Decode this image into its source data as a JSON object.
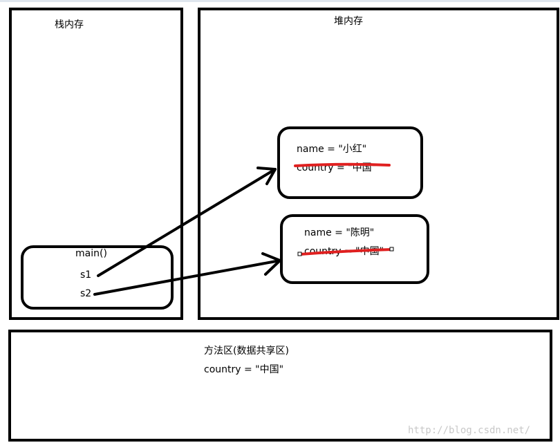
{
  "stack": {
    "title": "栈内存",
    "frame": {
      "title": "main()",
      "vars": [
        "s1",
        "s2"
      ]
    }
  },
  "heap": {
    "title": "堆内存",
    "objects": [
      {
        "name_line": "name = \"小红\"",
        "country_line": "country = \"中国\""
      },
      {
        "name_line": "name = \"陈明\"",
        "country_line": "country = \"中国\""
      }
    ]
  },
  "method_area": {
    "title": "方法区(数据共享区)",
    "line": "country = \"中国\""
  },
  "watermark": "http://blog.csdn.net/",
  "colors": {
    "stroke": "#000000",
    "strike": "#e02020"
  }
}
